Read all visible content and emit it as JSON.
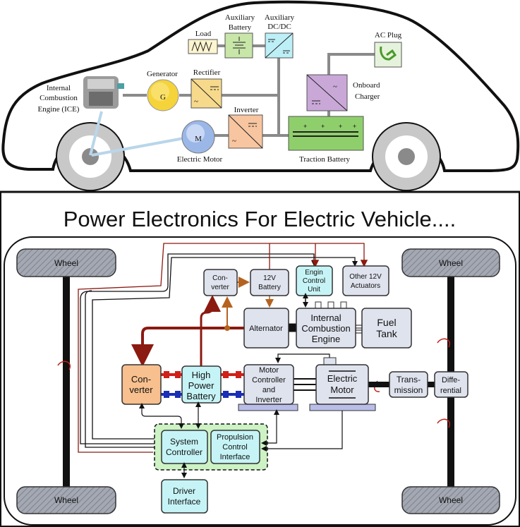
{
  "top_diagram": {
    "labels": {
      "load": "Load",
      "aux_battery": [
        "Auxiliary",
        "Battery"
      ],
      "aux_dcdc": [
        "Auxiliary",
        "DC/DC"
      ],
      "ac_plug": "AC Plug",
      "onboard_charger": [
        "Onboard",
        "Charger"
      ],
      "generator": "Generator",
      "generator_symbol": "G",
      "rectifier": "Rectifier",
      "ice": [
        "Internal",
        "Combustion",
        "Engine (ICE)"
      ],
      "inverter": "Inverter",
      "motor_symbol": "M",
      "electric_motor": "Electric Motor",
      "traction_battery": "Traction Battery"
    },
    "colors": {
      "load": "#fdf5d0",
      "aux_battery": "#c8e6a8",
      "aux_dcdc": "#bdeff7",
      "ac_plug": "#e6f3dc",
      "onboard_charger": "#c9a8d8",
      "rectifier": "#f7d98b",
      "inverter": "#f7c59f",
      "traction_battery": "#8fcf6b",
      "generator": "#f5d33a",
      "motor": "#9bb7e8",
      "bus": "#8a8a8a",
      "shaft": "#b9d6ea"
    }
  },
  "bottom_diagram": {
    "title": "Power Electronics For Electric Vehicle....",
    "wheel_label": "Wheel",
    "blocks": {
      "small_converter": [
        "Con-",
        "verter"
      ],
      "battery_12v": [
        "12V",
        "Battery"
      ],
      "engine_control_unit": [
        "Engin",
        "Control",
        "Unit"
      ],
      "other_actuators": [
        "Other 12V",
        "Actuators"
      ],
      "alternator": "Alternator",
      "ice": [
        "Internal",
        "Combustion",
        "Engine"
      ],
      "fuel_tank": [
        "Fuel",
        "Tank"
      ],
      "converter": [
        "Con-",
        "verter"
      ],
      "high_power_battery": [
        "High",
        "Power",
        "Battery"
      ],
      "motor_controller": [
        "Motor",
        "Controller",
        "and",
        "Inverter"
      ],
      "electric_motor": [
        "Electric",
        "Motor"
      ],
      "transmission": [
        "Trans-",
        "mission"
      ],
      "differential": [
        "Diffe-",
        "rential"
      ],
      "system_controller": [
        "System",
        "Controller"
      ],
      "propulsion_control": [
        "Propulsion",
        "Control",
        "Interface"
      ],
      "driver_interface": [
        "Driver",
        "Interface"
      ]
    },
    "colors": {
      "block": "#dfe3ee",
      "cyan_block": "#c6f4f6",
      "converter": "#f7c08e",
      "controller_group": "#cdf2c4",
      "thick_red": "#8b1a10",
      "orange_line": "#b5621f",
      "positive": "#d0201a",
      "negative": "#1a2fb5",
      "wheel": "#9aa0aa"
    }
  }
}
